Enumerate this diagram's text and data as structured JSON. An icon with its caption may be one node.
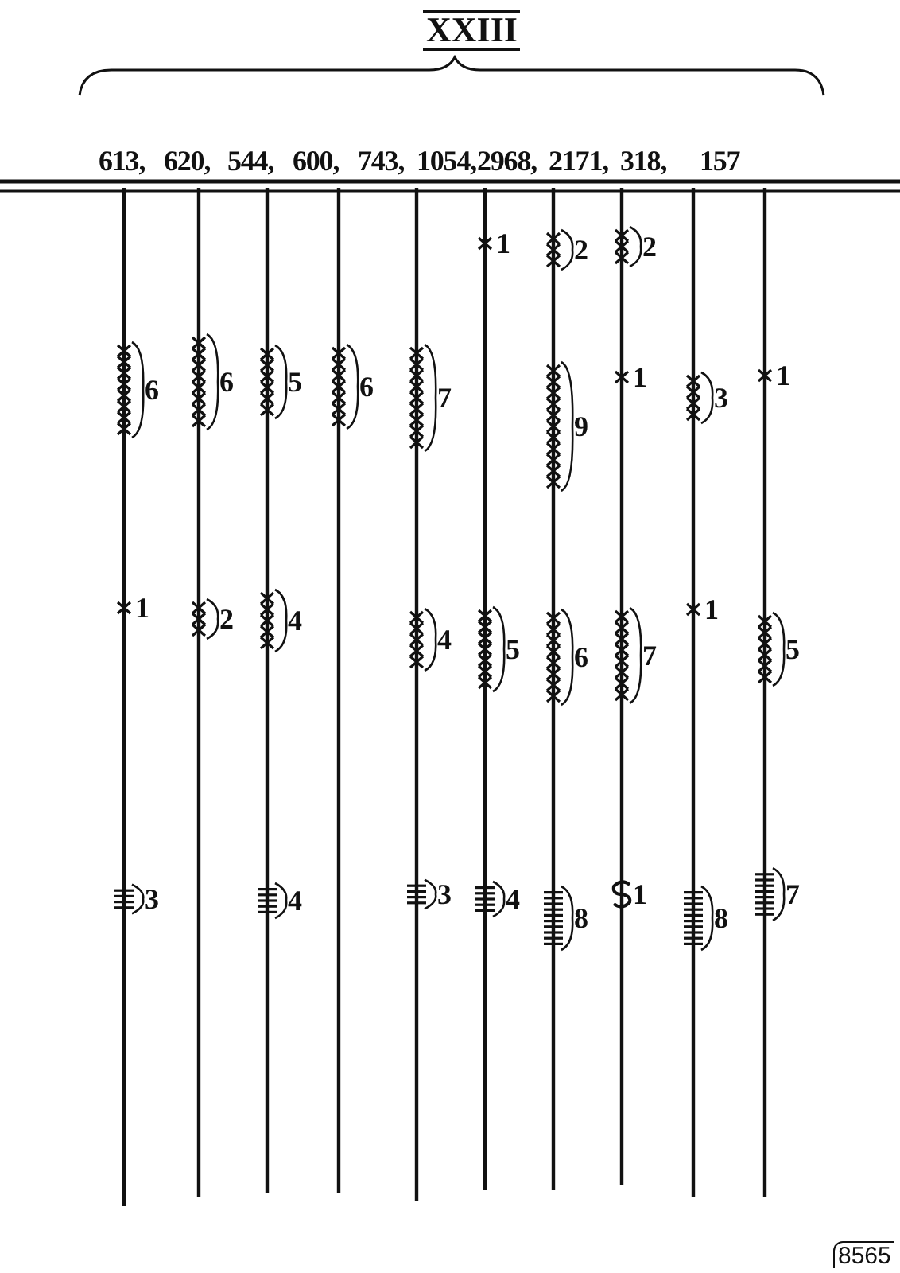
{
  "diagram": {
    "title": "XXIII",
    "labels": [
      "613,",
      "620,",
      "544,",
      "600,",
      "743,",
      "1054,",
      "2968,",
      "2171,",
      "318,",
      "157",
      "1",
      "2",
      "2",
      "6",
      "6",
      "5",
      "6",
      "7",
      "9",
      "1",
      "3",
      "1",
      "1",
      "2",
      "4",
      "4",
      "5",
      "6",
      "7",
      "1",
      "5",
      "3",
      "4",
      "3",
      "4",
      "8",
      "1",
      "8",
      "7",
      "8565"
    ]
  }
}
